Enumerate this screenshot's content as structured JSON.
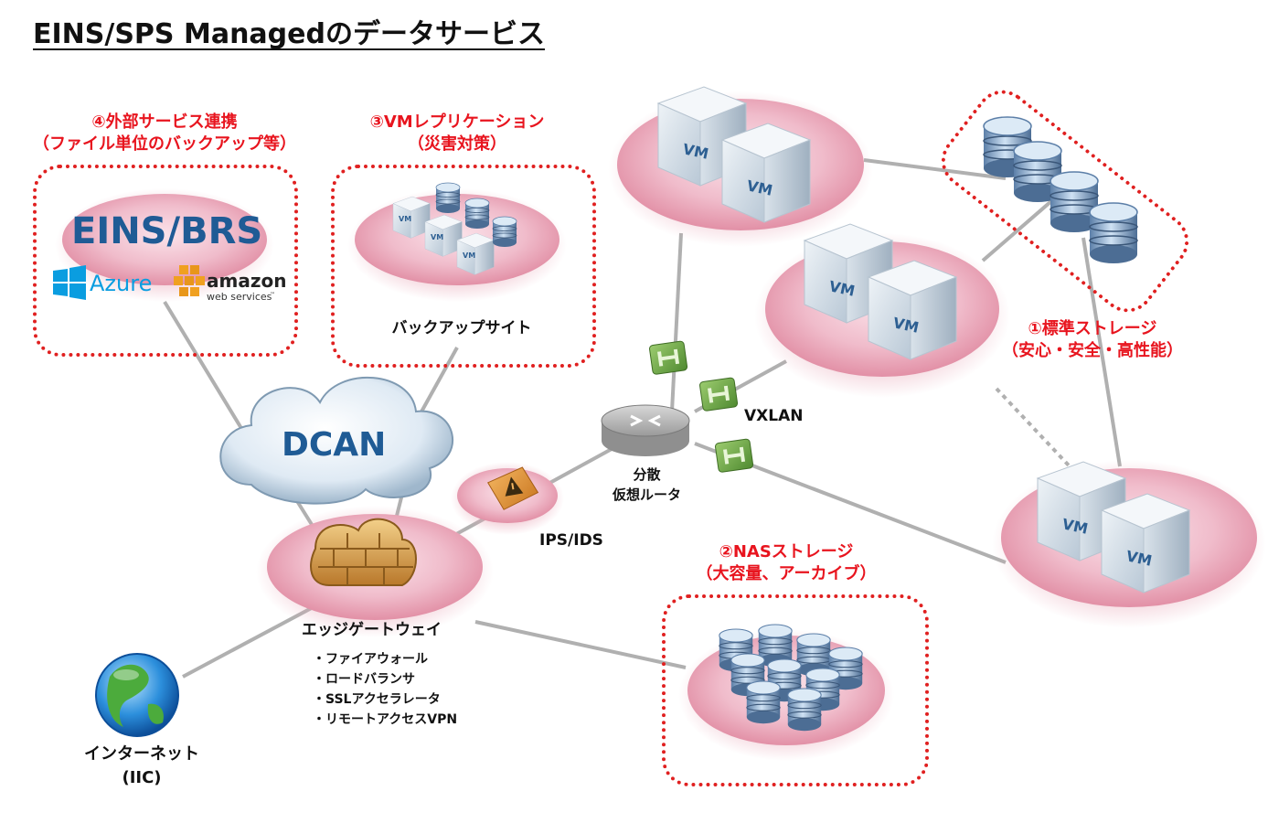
{
  "title": "EINS/SPS Managedのデータサービス",
  "external_services": {
    "label_line1": "④外部サービス連携",
    "label_line2": "（ファイル単位のバックアップ等）",
    "brs_logo": "EINS/BRS",
    "azure_logo": "Azure",
    "aws_logo_line1": "amazon",
    "aws_logo_line2": "web services",
    "aws_tm": "™"
  },
  "vm_replication": {
    "label_line1": "③VMレプリケーション",
    "label_line2": "（災害対策）",
    "site_label": "バックアップサイト"
  },
  "standard_storage": {
    "label_line1": "①標準ストレージ",
    "label_line2": "（安心・安全・高性能）"
  },
  "nas_storage": {
    "label_line1": "②NASストレージ",
    "label_line2": "（大容量、アーカイブ）"
  },
  "dcan": "DCAN",
  "vm_label": "VM",
  "vxlan": "VXLAN",
  "router": {
    "line1": "分散",
    "line2": "仮想ルータ"
  },
  "ips_ids": "IPS/IDS",
  "edge_gateway": {
    "label": "エッジゲートウェイ",
    "features": [
      "ファイアウォール",
      "ロードバランサ",
      "SSLアクセラレータ",
      "リモートアクセスVPN"
    ]
  },
  "internet": {
    "line1": "インターネット",
    "line2": "(IIC)"
  },
  "colors": {
    "accent_red": "#e8141e",
    "platform_pink": "#e8a6b6",
    "link_gray": "#b0b0b0",
    "brs_blue": "#1f5b95",
    "dcan_blue": "#1f5b95",
    "azure_blue": "#0a9de0",
    "aws_orange": "#f0a020",
    "vm_cube_blue": "#cfdbe6",
    "vxlan_green": "#6eaa4a",
    "firewall_orange": "#d9a14a",
    "ips_orange": "#e4963a"
  }
}
